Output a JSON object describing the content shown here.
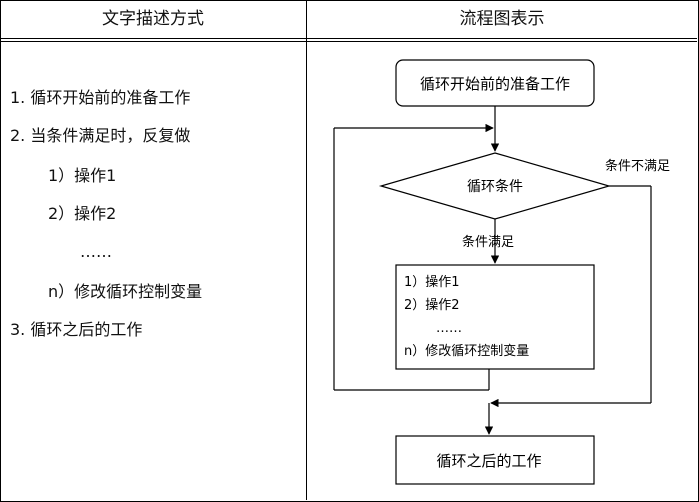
{
  "table": {
    "left_header": "文字描述方式",
    "right_header": "流程图表示"
  },
  "text_description": [
    "1.  循环开始前的准备工作",
    "2.  当条件满足时，反复做",
    "1）操作1",
    "2）操作2",
    "……",
    "n）修改循环控制变量",
    "3.  循环之后的工作"
  ],
  "flowchart": {
    "start_box": "循环开始前的准备工作",
    "condition": "循环条件",
    "true_label": "条件满足",
    "false_label": "条件不满足",
    "body_lines": [
      "1）操作1",
      "2）操作2",
      "……",
      "n）修改循环控制变量"
    ],
    "end_box": "循环之后的工作"
  }
}
